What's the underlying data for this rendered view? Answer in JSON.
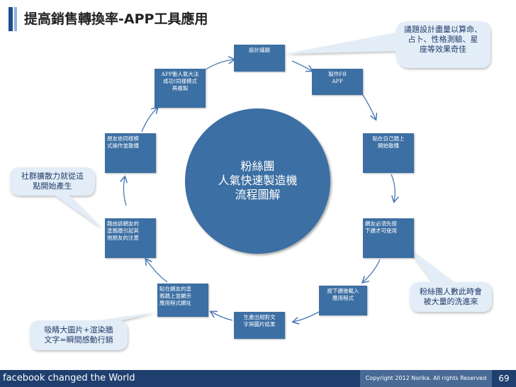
{
  "title": "提高銷售轉換率-APP工具應用",
  "hub": {
    "line1": "粉絲團",
    "line2": "人氣快速製造機",
    "line3": "流程圖解"
  },
  "nodes": [
    {
      "lines": [
        "設計議題"
      ]
    },
    {
      "lines": [
        "製作FB",
        "APP"
      ]
    },
    {
      "lines": [
        "貼在自己牆上",
        "開始散播"
      ]
    },
    {
      "lines": [
        "網友必須先按",
        "下讚才可使用"
      ]
    },
    {
      "lines": [
        "按下讚後載入",
        "應用程式"
      ]
    },
    {
      "lines": [
        "生產出相對文",
        "字與圖片結果"
      ]
    },
    {
      "lines": [
        "貼在網友的塗",
        "鴉牆上並顯示",
        "應用程式網址"
      ]
    },
    {
      "lines": [
        "藉由該網友的",
        "塗鴉牆引起其",
        "他朋友的注意"
      ]
    },
    {
      "lines": [
        "朋友依同樣模",
        "式操作並散播"
      ]
    },
    {
      "lines": [
        "APP衝人氣大法",
        "成功!同樣模式",
        "再複製"
      ]
    }
  ],
  "callouts": [
    {
      "lines": [
        "議題設計盡量以算命、",
        "占卜、性格測驗、星",
        "座等效果奇佳"
      ]
    },
    {
      "lines": [
        "社群擴散力就從這",
        "點開始產生"
      ]
    },
    {
      "lines": [
        "粉絲團人數此時會",
        "被大量的洗進來"
      ]
    },
    {
      "lines": [
        "吸睛大圖片+渲染牆",
        "文字=瞬間感動行銷"
      ]
    }
  ],
  "footer": {
    "left": "facebook changed the World",
    "copyright": "Copyright 2012 Norika. All rights Reserved",
    "page": "69"
  },
  "colors": {
    "node": "#3c6fa3",
    "callout_fill": "#e3edf8",
    "footer": "#1f3f6e",
    "arrow": "#4a7ab5"
  }
}
